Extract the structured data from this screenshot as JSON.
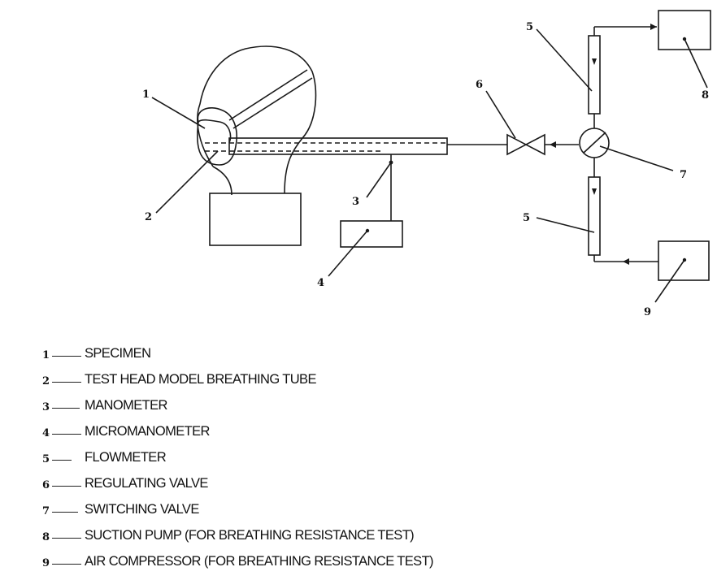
{
  "labels": {
    "specimen": "1",
    "breathing_tube": "2",
    "manometer": "3",
    "micromanometer": "4",
    "flowmeter_top": "5",
    "flowmeter_bottom": "5",
    "regulating_valve": "6",
    "switching_valve": "7",
    "suction_pump": "8",
    "air_compressor": "9"
  },
  "legend": [
    {
      "num": "1",
      "text": "SPECIMEN"
    },
    {
      "num": "2",
      "text": "TEST HEAD MODEL BREATHING TUBE"
    },
    {
      "num": "3",
      "text": "MANOMETER"
    },
    {
      "num": "4",
      "text": "MICROMANOMETER"
    },
    {
      "num": "5",
      "text": "FLOWMETER"
    },
    {
      "num": "6",
      "text": "REGULATING VALVE"
    },
    {
      "num": "7",
      "text": "SWITCHING VALVE"
    },
    {
      "num": "8",
      "text": "SUCTION PUMP (FOR BREATHING RESISTANCE TEST)"
    },
    {
      "num": "9",
      "text": "AIR COMPRESSOR (FOR BREATHING RESISTANCE TEST)"
    }
  ]
}
